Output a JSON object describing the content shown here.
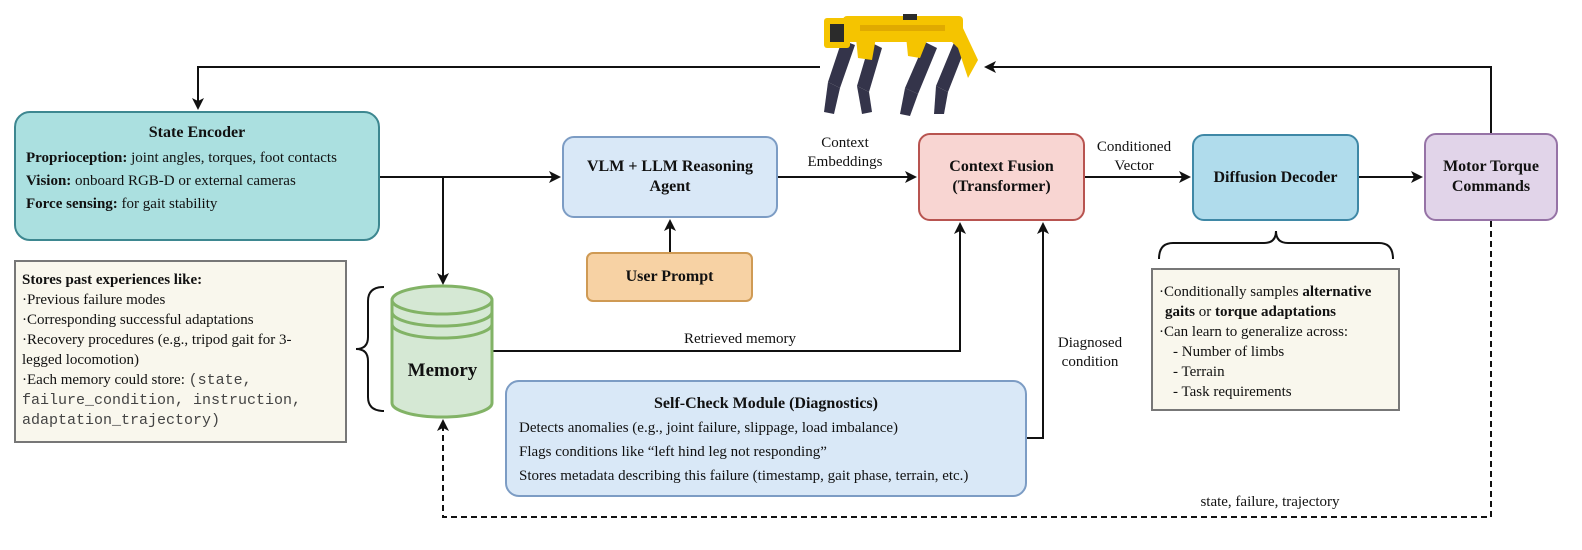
{
  "state_encoder": {
    "title": "State Encoder",
    "rows": [
      {
        "key": "Proprioception:",
        "text": " joint angles, torques, foot contacts"
      },
      {
        "key": "Vision:",
        "text": " onboard RGB-D or external cameras"
      },
      {
        "key": "Force sensing:",
        "text": " for gait stability"
      }
    ]
  },
  "vlm": {
    "line1": "VLM + LLM Reasoning",
    "line2": "Agent"
  },
  "user_prompt": "User Prompt",
  "context_fusion": {
    "line1": "Context Fusion",
    "line2": "(Transformer)"
  },
  "diffusion_decoder": "Diffusion Decoder",
  "motor_torque": {
    "line1": "Motor Torque",
    "line2": "Commands"
  },
  "memory": "Memory",
  "memory_note": {
    "heading": "Stores past experiences like:",
    "items": [
      "·Previous failure modes",
      "·Corresponding successful adaptations",
      "·Recovery procedures (e.g., tripod gait for 3-",
      "legged locomotion)",
      "·Each memory could store: "
    ],
    "code_line1": "(state,",
    "code_line2": "failure_condition, instruction,",
    "code_line3": "adaptation_trajectory)"
  },
  "decoder_note": {
    "l1_pre": "·Conditionally samples ",
    "l1_bold": "alternative",
    "l2_bold1": "gaits",
    "l2_mid": " or ",
    "l2_bold2": "torque adaptations",
    "l3": "·Can learn to generalize across:",
    "items": [
      "- Number of limbs",
      "- Terrain",
      "- Task requirements"
    ]
  },
  "self_check": {
    "title": "Self-Check Module (Diagnostics)",
    "lines": [
      "Detects anomalies (e.g., joint failure, slippage, load imbalance)",
      "Flags conditions like “left hind leg not responding”",
      "Stores metadata describing this failure (timestamp, gait phase, terrain, etc.)"
    ]
  },
  "edge_labels": {
    "context_embeddings_1": "Context",
    "context_embeddings_2": "Embeddings",
    "conditioned_vector_1": "Conditioned",
    "conditioned_vector_2": "Vector",
    "retrieved_memory": "Retrieved memory",
    "diagnosed_condition_1": "Diagnosed",
    "diagnosed_condition_2": "condition",
    "feedback": "state, failure, trajectory"
  },
  "colors": {
    "robot_body": "#f5c400",
    "robot_legs": "#34344a",
    "memory_fill": "#d5e8d4",
    "memory_stroke": "#82b366"
  }
}
